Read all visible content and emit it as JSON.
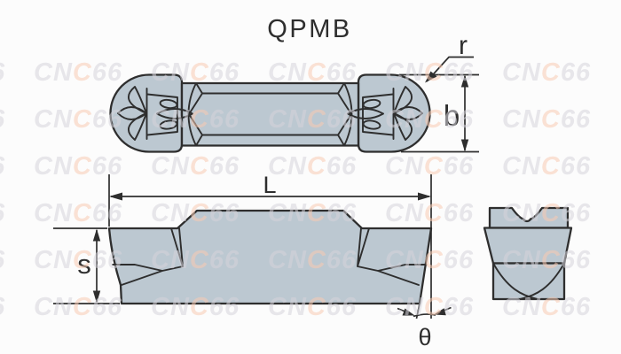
{
  "title": "QPMB",
  "labels": {
    "corner_radius": "r",
    "width": "b",
    "length": "L",
    "thickness": "s",
    "angle": "θ"
  },
  "watermark": {
    "prefix": "CN",
    "accent": "C",
    "suffix": "66",
    "grid": {
      "cols_x": [
        -94,
        38,
        170,
        302,
        434,
        566
      ],
      "rows_y": [
        66,
        119,
        172,
        225,
        278,
        331
      ]
    }
  },
  "colors": {
    "background": "#fcfcfc",
    "insert_fill": "#bcc8d1",
    "line": "#2e2e2e",
    "watermark_gray": "rgba(213,212,219,0.55)",
    "watermark_accent": "rgba(248,203,178,0.55)"
  }
}
